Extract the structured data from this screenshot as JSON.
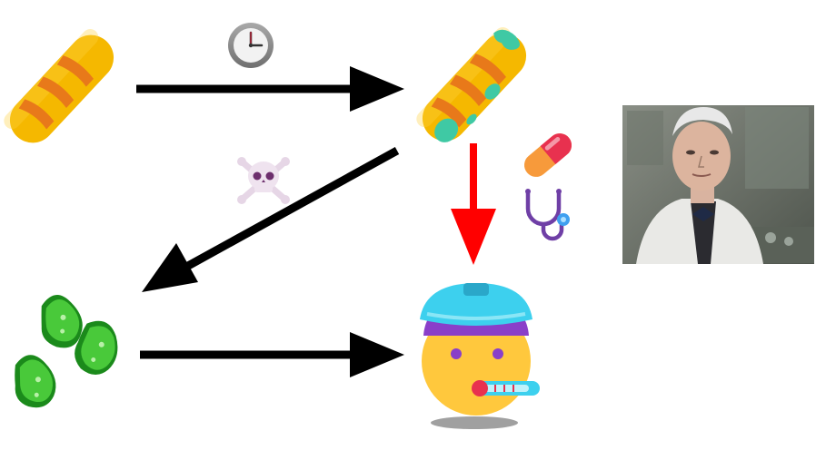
{
  "diagram": {
    "nodes": [
      {
        "id": "bread",
        "icon": "bread-icon"
      },
      {
        "id": "moldy-bread",
        "icon": "moldy-bread-icon"
      },
      {
        "id": "bacteria",
        "icon": "bacteria-icon"
      },
      {
        "id": "sick-person",
        "icon": "sick-face-icon"
      },
      {
        "id": "scientist-photo",
        "icon": "portrait-photo"
      }
    ],
    "edges": [
      {
        "from": "bread",
        "to": "moldy-bread",
        "label_icon": "clock-icon",
        "color": "#000000"
      },
      {
        "from": "moldy-bread",
        "to": "bacteria",
        "label_icon": "skull-crossbones-icon",
        "color": "#000000"
      },
      {
        "from": "moldy-bread",
        "to": "sick-person",
        "label_icon": "pill-icon",
        "color": "#ff0000"
      },
      {
        "from": "bacteria",
        "to": "sick-person",
        "color": "#000000"
      }
    ],
    "decorations": [
      "stethoscope-icon"
    ],
    "colors": {
      "bread": "#f5b800",
      "bread_stripe": "#e8791a",
      "mold": "#3fc9a4",
      "bacteria": "#2fb52a",
      "face": "#ffc83d",
      "ice_pack": "#3dd0ee",
      "arrow": "#000000",
      "arrow_highlight": "#ff0000"
    }
  }
}
